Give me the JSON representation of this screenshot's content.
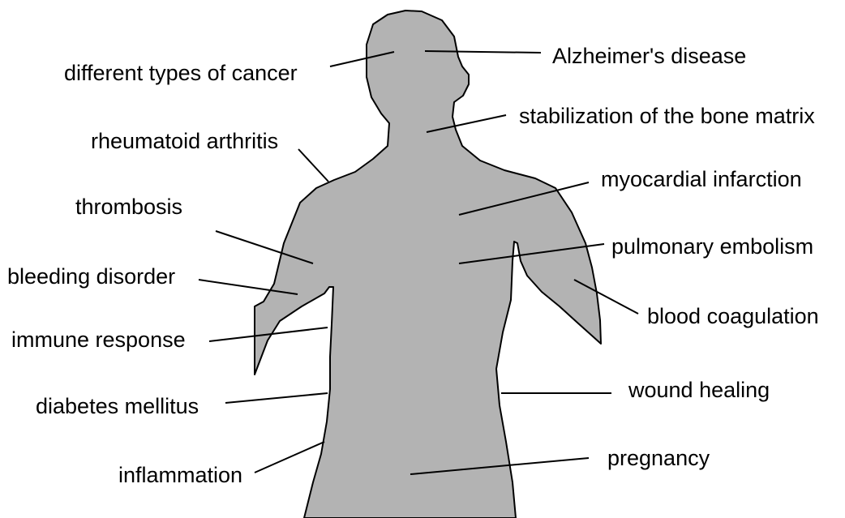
{
  "colors": {
    "body_fill": "#b3b3b3",
    "outline": "#000000",
    "background": "#ffffff"
  },
  "labels": {
    "cancer": "different types of cancer",
    "alzheimers": "Alzheimer's disease",
    "bone_matrix": "stabilization of the bone matrix",
    "rheumatoid": "rheumatoid arthritis",
    "myocardial": "myocardial infarction",
    "thrombosis": "thrombosis",
    "pulmonary": "pulmonary embolism",
    "bleeding": "bleeding disorder",
    "coagulation": "blood coagulation",
    "immune": "immune response",
    "wound": "wound healing",
    "diabetes": "diabetes mellitus",
    "pregnancy": "pregnancy",
    "inflammation": "inflammation"
  }
}
